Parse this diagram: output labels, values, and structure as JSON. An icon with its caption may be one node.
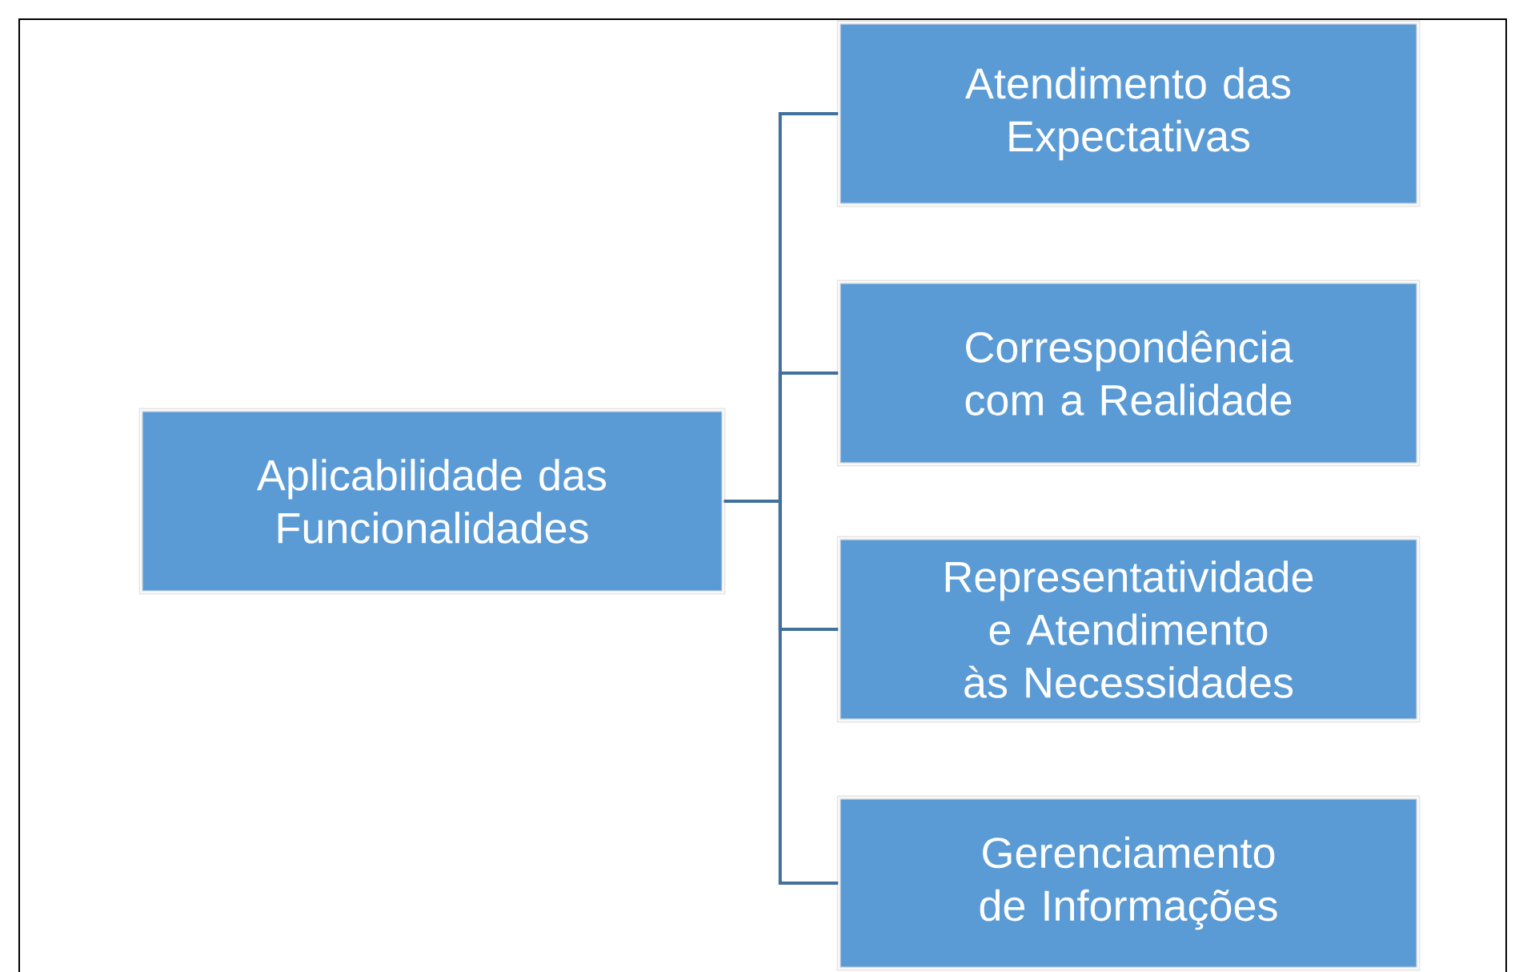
{
  "diagram": {
    "nodes": [
      {
        "text": [
          "Aplicabilidade das Funcionalidades"
        ]
      },
      {
        "text": [
          "Atendimento das Expectativas"
        ]
      },
      {
        "text": [
          "Correspondência com a Realidade"
        ]
      },
      {
        "text": [
          "Representatividade e Atendimento às Necessidades"
        ]
      },
      {
        "text": [
          "Gerenciamento de Informações"
        ]
      }
    ],
    "edges": [
      {
        "from": 0,
        "to": 1,
        "arrow": "none"
      },
      {
        "from": 0,
        "to": 2,
        "arrow": "none"
      },
      {
        "from": 0,
        "to": 3,
        "arrow": "none"
      },
      {
        "from": 0,
        "to": 4,
        "arrow": "none"
      }
    ]
  }
}
